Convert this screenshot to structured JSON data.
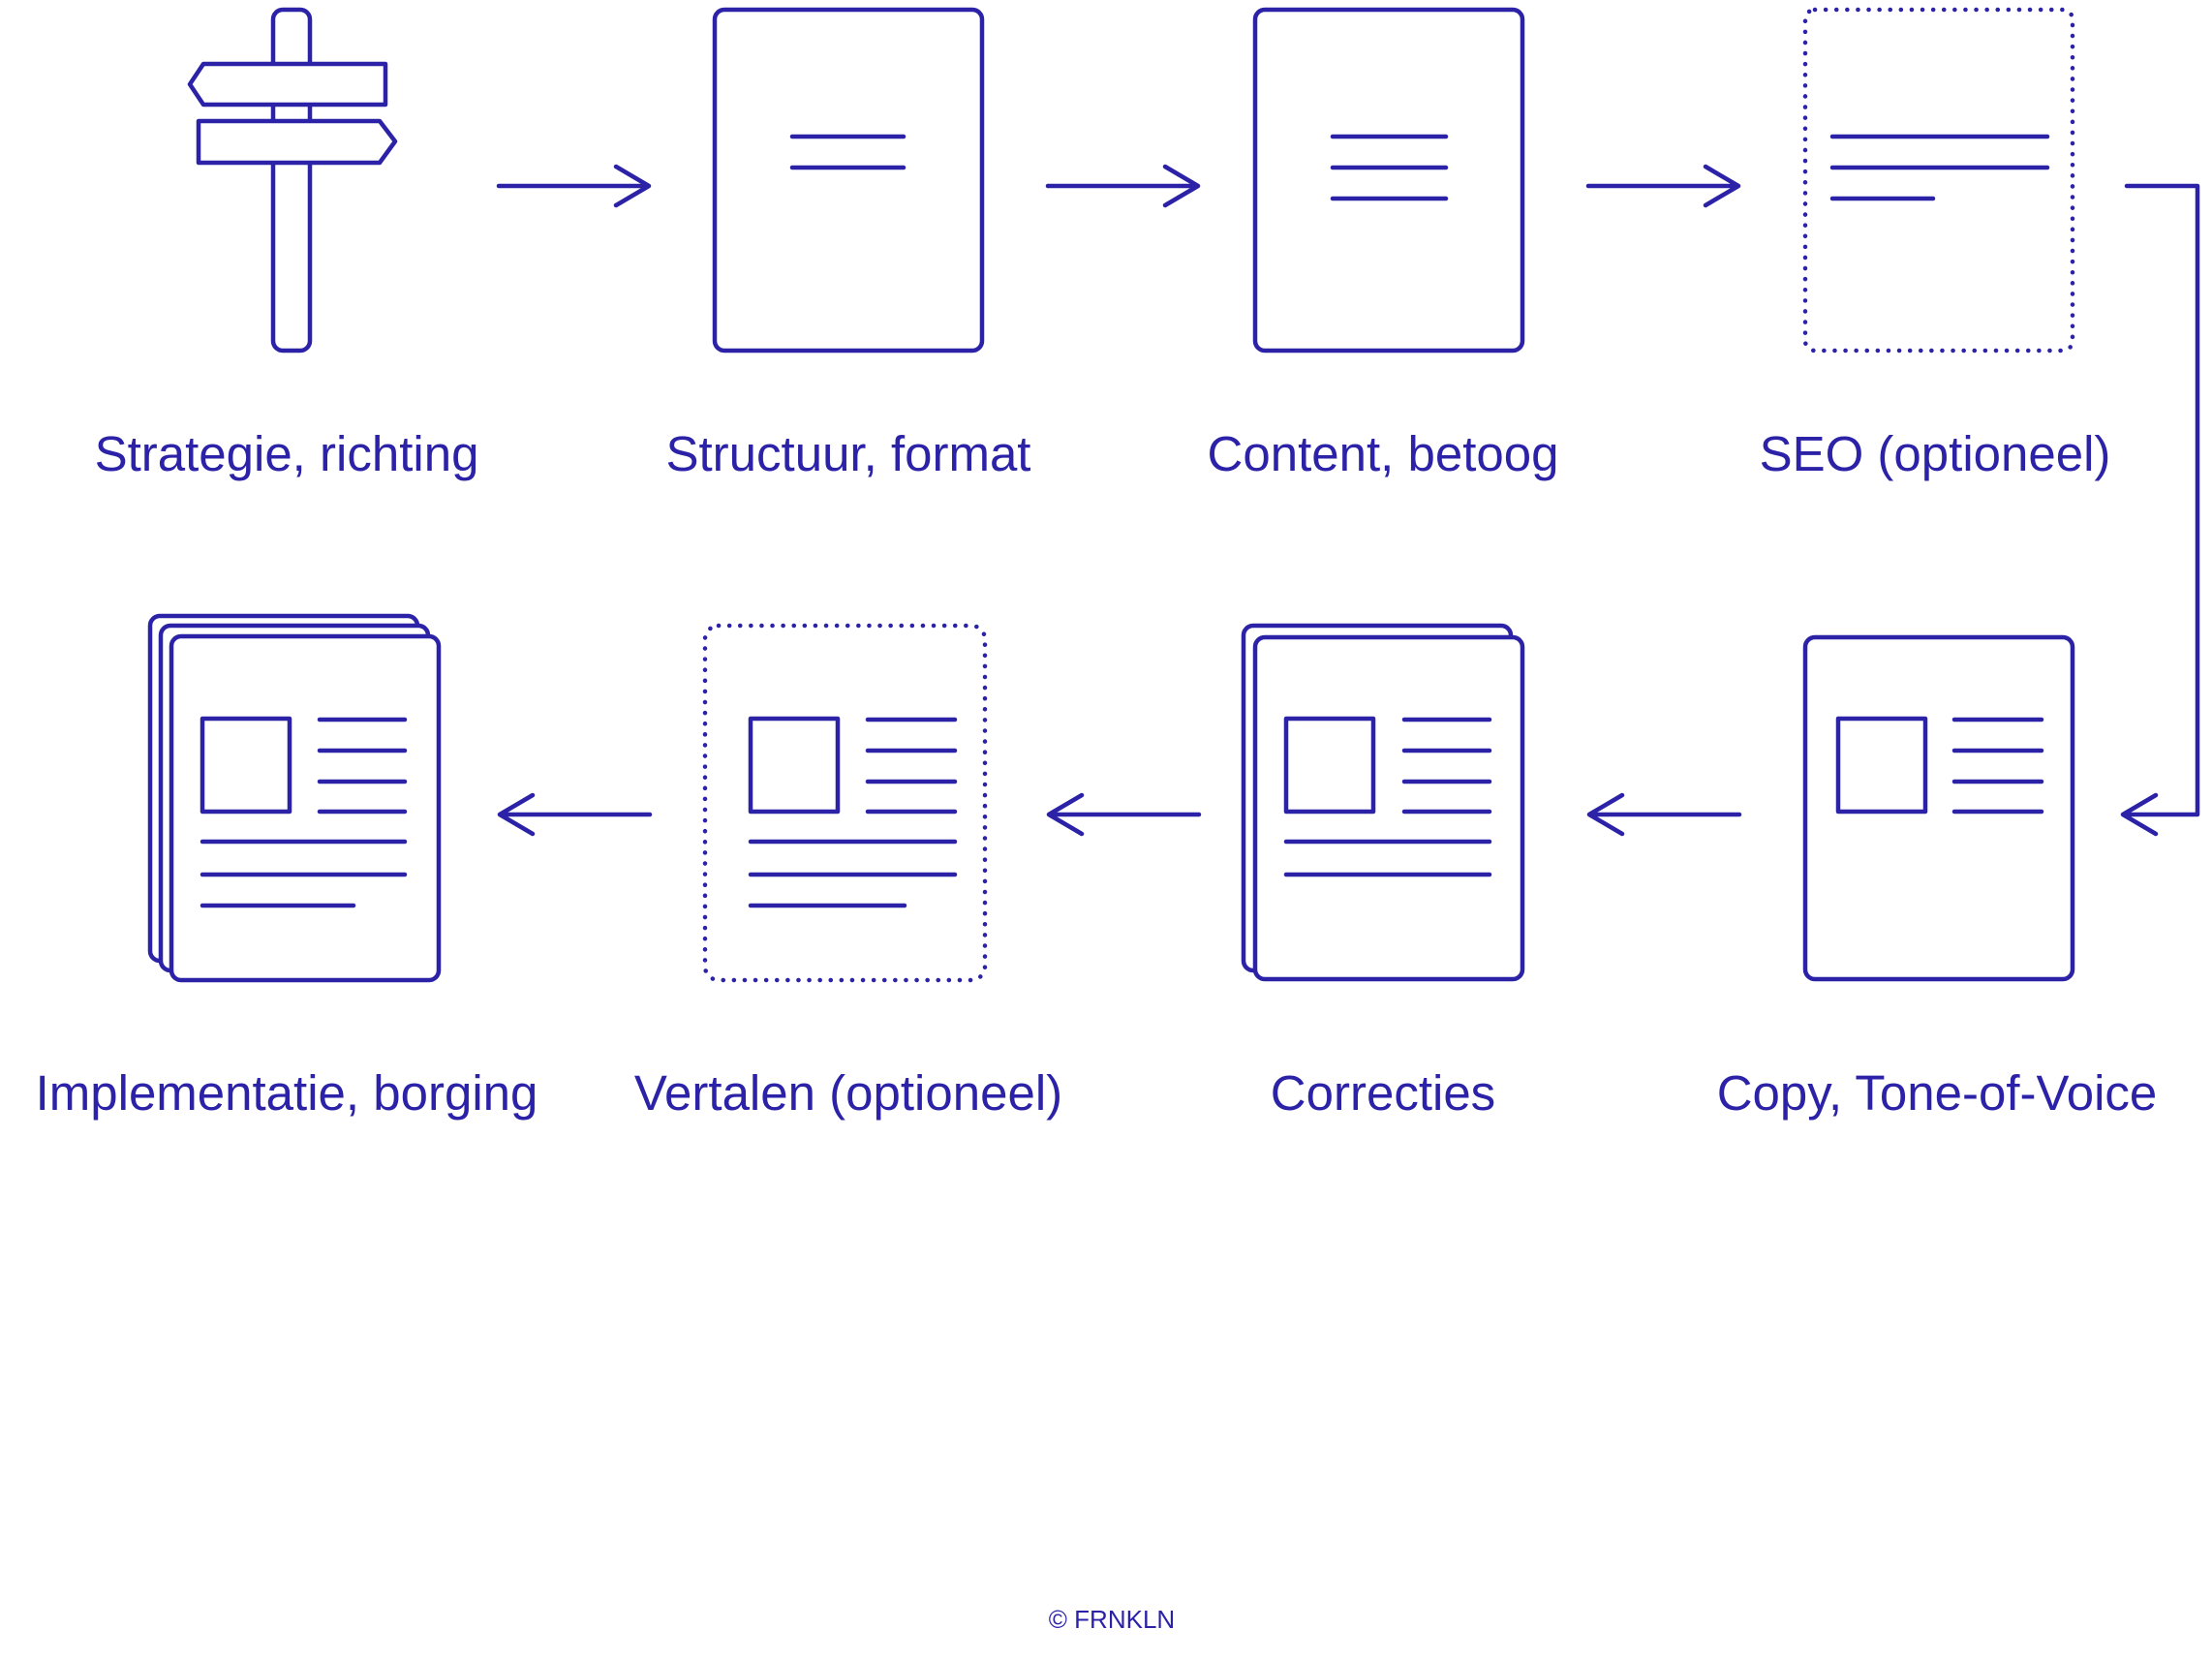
{
  "accent_color": "#2b22a8",
  "background_color": "#ffffff",
  "steps": [
    {
      "label": "Strategie, richting",
      "icon": "signpost-icon"
    },
    {
      "label": "Structuur, format",
      "icon": "document-outline-icon"
    },
    {
      "label": "Content, betoog",
      "icon": "document-text-icon"
    },
    {
      "label": "SEO (optioneel)",
      "icon": "document-dotted-icon",
      "optional": true
    },
    {
      "label": "Copy, Tone-of-Voice",
      "icon": "document-layout-icon"
    },
    {
      "label": "Correcties",
      "icon": "document-stack-icon"
    },
    {
      "label": "Vertalen (optioneel)",
      "icon": "document-layout-dotted-icon",
      "optional": true
    },
    {
      "label": "Implementatie, borging",
      "icon": "document-pile-icon"
    }
  ],
  "flow": "left-to-right on the top row, then down on the right side, then right-to-left on the bottom row",
  "footer": {
    "copyright": "© FRNKLN"
  }
}
